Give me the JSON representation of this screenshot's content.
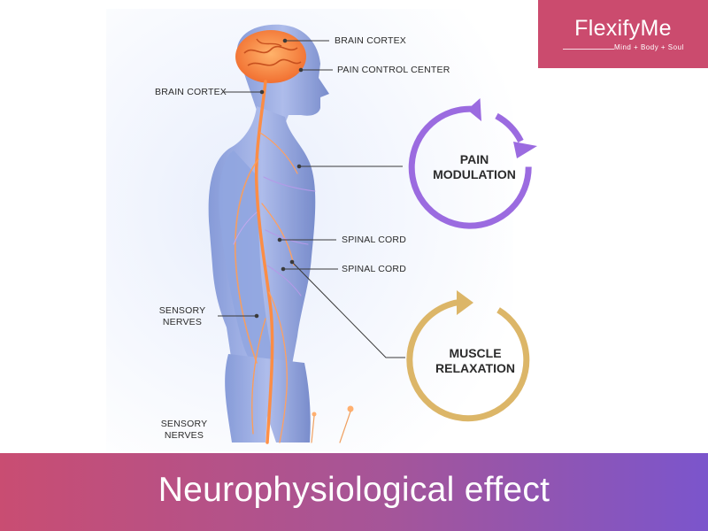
{
  "logo": {
    "name": "FlexifyMe",
    "tagline": "Mind + Body + Soul",
    "bg_color": "#cb4b6e"
  },
  "labels": {
    "brain_cortex_top": "BRAIN CORTEX",
    "pain_control_center": "PAIN CONTROL CENTER",
    "brain_cortex_left": "BRAIN CORTEX",
    "spinal_cord_1": "SPINAL CORD",
    "spinal_cord_2": "SPINAL CORD",
    "sensory_nerves_upper_1": "SENSORY",
    "sensory_nerves_upper_2": "NERVES",
    "sensory_nerves_lower_1": "SENSORY",
    "sensory_nerves_lower_2": "NERVES"
  },
  "cycles": {
    "pain_modulation": {
      "line1": "PAIN",
      "line2": "MODULATION",
      "color": "#9b6be0"
    },
    "muscle_relaxation": {
      "line1": "MUSCLE",
      "line2": "RELAXATION",
      "color": "#dcb668"
    }
  },
  "banner": {
    "title": "Neurophysiological effect",
    "gradient_start": "#c94d72",
    "gradient_end": "#7b55cc"
  }
}
